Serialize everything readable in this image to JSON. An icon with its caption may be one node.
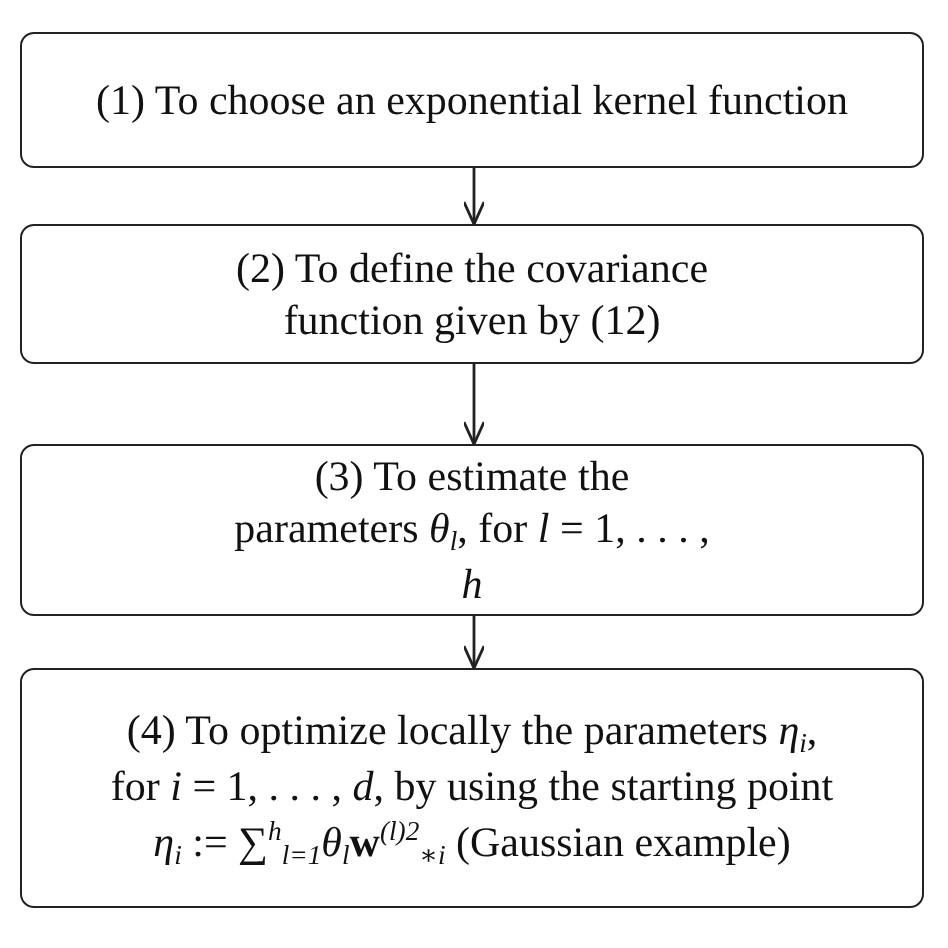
{
  "diagram": {
    "nodes": [
      {
        "text": [
          "(1) To choose an exponential kernel function"
        ]
      },
      {
        "text": [
          "(2) To define the covariance function given by (12)"
        ]
      },
      {
        "text": [
          "(3) To estimate the parameters *θ*$_{l}$, for *l* = 1, . . . , *h*"
        ]
      },
      {
        "text": [
          "(4) To optimize locally the parameters *η*$_{i}$, for *i* = 1, . . . , *d*, by using the starting point *η*$_{i}$ := ∑$^{h}$$_{l=1}$*θ*$_{l}$**w**$^{(l)2}$$_{∗i}$ (Gaussian example)"
        ]
      }
    ],
    "edges": [
      {
        "from": 0,
        "to": 1,
        "arrow": "to"
      },
      {
        "from": 1,
        "to": 2,
        "arrow": "to"
      },
      {
        "from": 2,
        "to": 3,
        "arrow": "to"
      }
    ]
  }
}
